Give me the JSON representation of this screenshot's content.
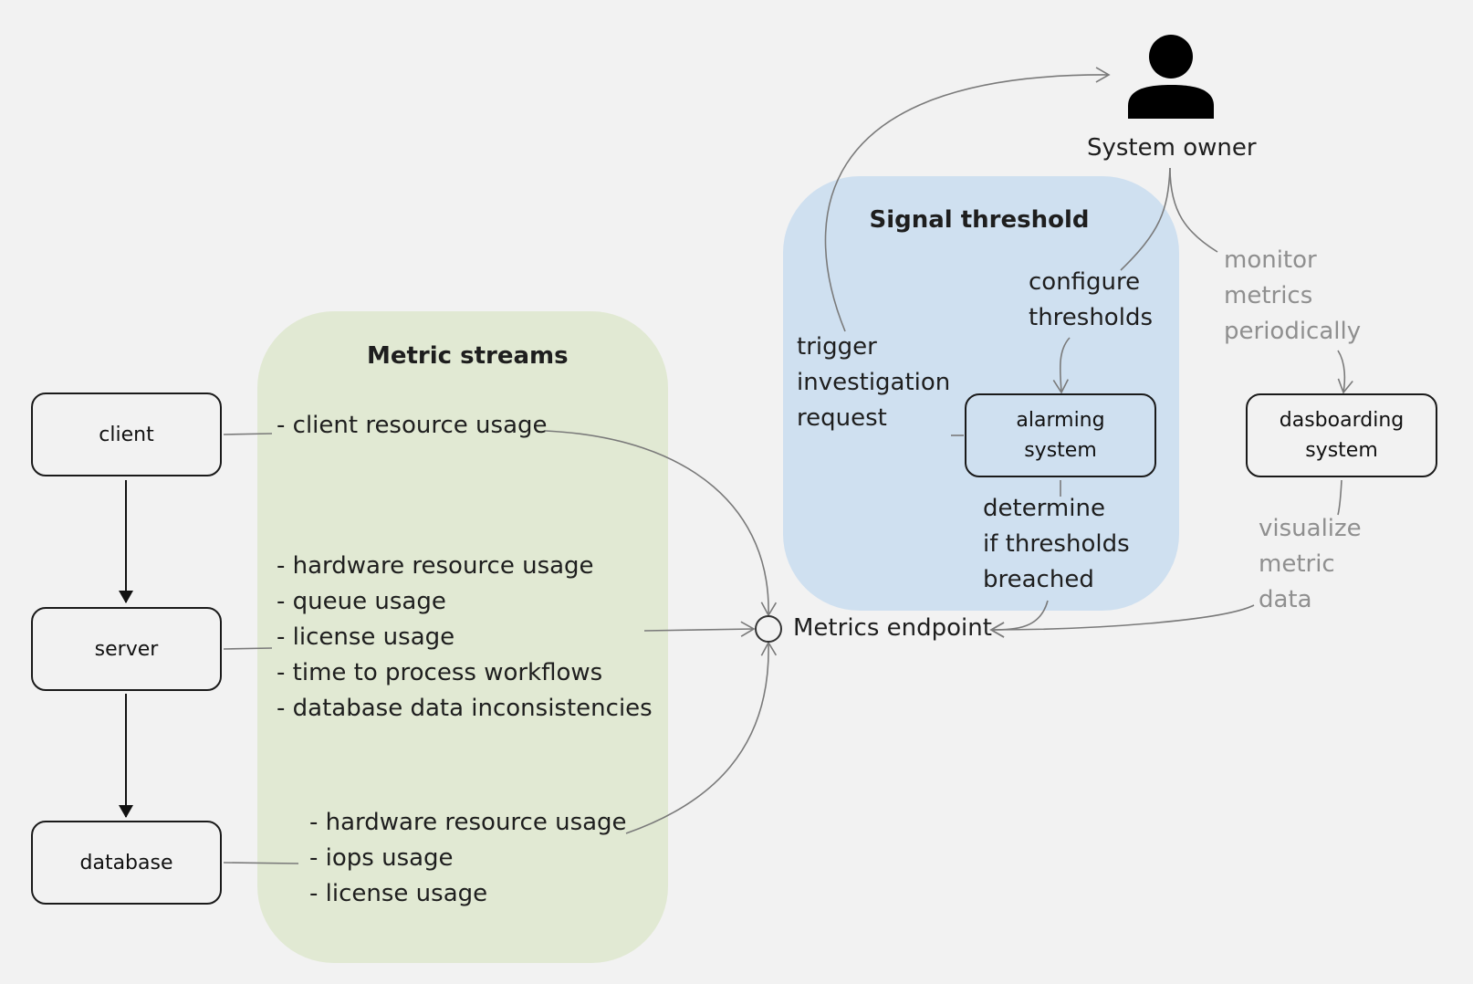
{
  "groups": {
    "metric_streams": {
      "title": "Metric streams"
    },
    "signal_threshold": {
      "title": "Signal threshold"
    }
  },
  "nodes": {
    "client": "client",
    "server": "server",
    "database": "database",
    "alarming": "alarming\nsystem",
    "dashboarding": "dasboarding\nsystem"
  },
  "metrics": {
    "client": "- client resource usage",
    "server": "- hardware resource usage\n- queue usage\n- license usage\n- time to process workflows\n- database data inconsistencies",
    "database": "- hardware resource usage\n- iops usage\n- license usage"
  },
  "labels": {
    "endpoint": "Metrics endpoint",
    "owner": "System owner",
    "trigger": "trigger\ninvestigation\nrequest",
    "configure": "configure\nthresholds",
    "determine": "determine\nif thresholds\nbreached",
    "monitor": "monitor\nmetrics\nperiodically",
    "visualize": "visualize\nmetric\ndata"
  },
  "icons": {
    "owner": "person-icon"
  },
  "colors": {
    "metric_group": "#e1e9d3",
    "signal_group": "#cfe0f0",
    "connector": "#808080",
    "faded_label": "#8f8f8f"
  }
}
